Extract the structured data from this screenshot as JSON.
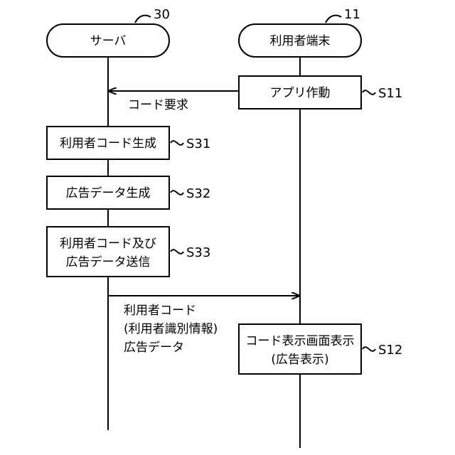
{
  "actors": {
    "server": {
      "label": "サーバ",
      "ref": "30"
    },
    "terminal": {
      "label": "利用者端末",
      "ref": "11"
    }
  },
  "steps": {
    "s11": {
      "label": "アプリ作動",
      "ref": "S11"
    },
    "s31": {
      "label": "利用者コード生成",
      "ref": "S31"
    },
    "s32": {
      "label": "広告データ生成",
      "ref": "S32"
    },
    "s33": {
      "line1": "利用者コード及び",
      "line2": "広告データ送信",
      "ref": "S33"
    },
    "s12": {
      "line1": "コード表示画面表示",
      "line2": "(広告表示)",
      "ref": "S12"
    }
  },
  "messages": {
    "code_request": "コード要求",
    "response": {
      "line1": "利用者コード",
      "line2": "(利用者識別情報)",
      "line3": "広告データ"
    }
  }
}
